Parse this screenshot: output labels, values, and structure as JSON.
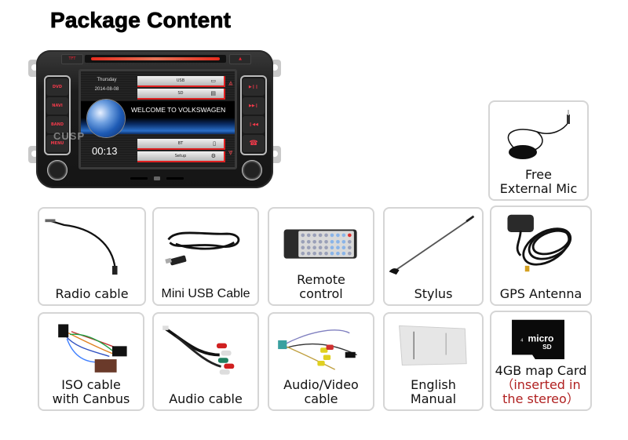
{
  "page": {
    "title": "Package Content"
  },
  "head_unit": {
    "screen": {
      "day": "Thursday",
      "date": "2014-08-08",
      "welcome_text": "WELCOME TO VOLKSWAGEN",
      "clock": "00:13",
      "watermark": "CUSP",
      "menu_buttons": [
        {
          "label": "USB",
          "icon": "usb-icon"
        },
        {
          "label": "SD",
          "icon": "sd-card-icon"
        },
        {
          "label": "BT",
          "icon": "phone-icon"
        },
        {
          "label": "Setup",
          "icon": "gear-icon"
        }
      ]
    },
    "top_buttons": {
      "tft": "TFT",
      "eject": "▲"
    },
    "left_buttons": [
      "DVD",
      "NAVI",
      "BAND",
      "MENU"
    ],
    "right_buttons": [
      "▶❙❙",
      "▶▶❙",
      "❙◀◀",
      "☎"
    ]
  },
  "items": [
    {
      "id": "mic",
      "label": "Free\nExternal Mic"
    },
    {
      "id": "radio",
      "label": "Radio cable"
    },
    {
      "id": "usb",
      "label": "Mini USB Cable"
    },
    {
      "id": "remote",
      "label": "Remote\ncontrol"
    },
    {
      "id": "stylus",
      "label": "Stylus"
    },
    {
      "id": "gps",
      "label": "GPS Antenna"
    },
    {
      "id": "iso",
      "label": "ISO cable\nwith Canbus"
    },
    {
      "id": "audio",
      "label": "Audio cable"
    },
    {
      "id": "av",
      "label": "Audio/Video\ncable"
    },
    {
      "id": "manual",
      "label": "English\nManual"
    },
    {
      "id": "sd",
      "label": "4GB map Card",
      "note": "（inserted in\nthe stereo）"
    }
  ],
  "colors": {
    "accent_red": "#b02020",
    "card_border": "#d5d5d5"
  }
}
